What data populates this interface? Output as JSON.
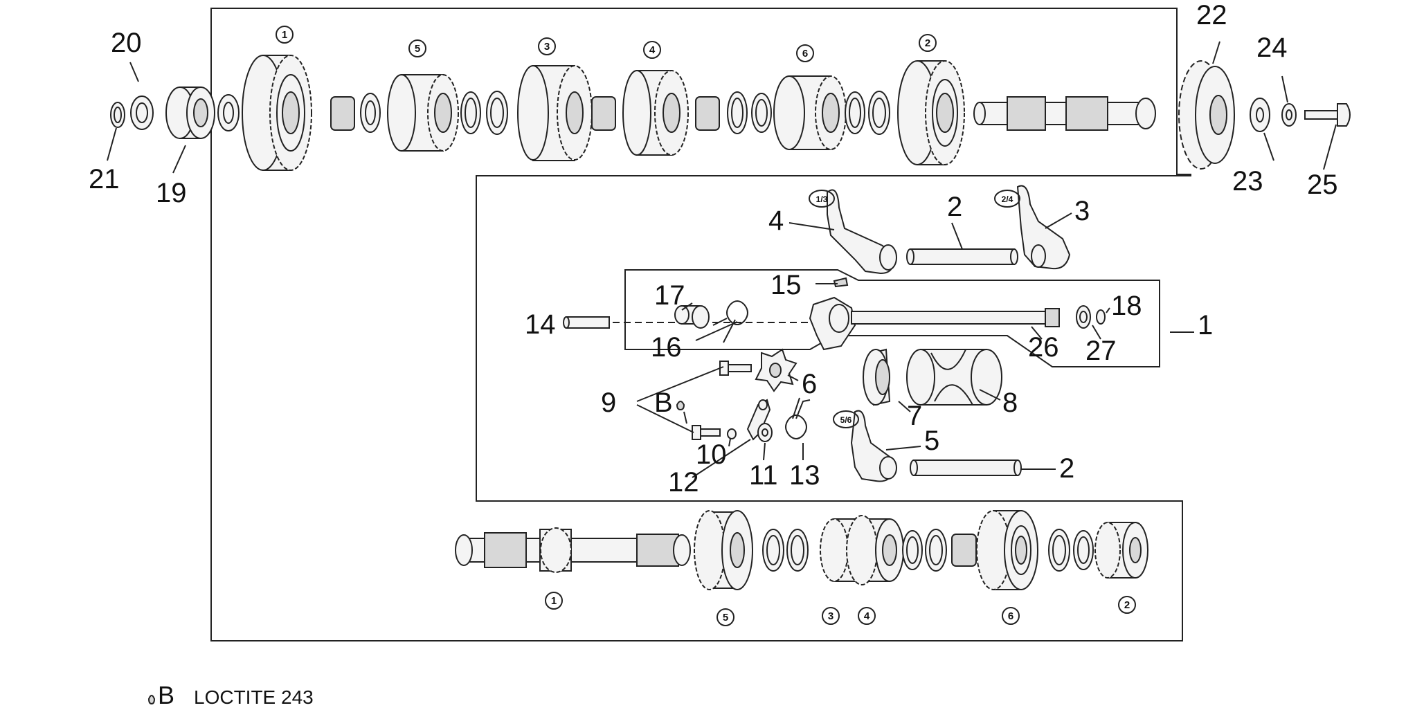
{
  "callouts": [
    "1",
    "2",
    "2",
    "3",
    "4",
    "5",
    "6",
    "7",
    "8",
    "9",
    "10",
    "11",
    "12",
    "13",
    "14",
    "15",
    "16",
    "17",
    "18",
    "19",
    "20",
    "21",
    "22",
    "23",
    "24",
    "25",
    "26",
    "27",
    "B"
  ],
  "gear_tags_upper": [
    "1",
    "5",
    "3",
    "4",
    "6",
    "2"
  ],
  "gear_tags_lower": [
    "1",
    "5",
    "3",
    "4",
    "6",
    "2"
  ],
  "fork_tags": [
    "1/3",
    "2/4",
    "5/6"
  ],
  "legend": {
    "letter": "B",
    "text": "LOCTITE 243"
  },
  "colors": {
    "line": "#222222",
    "fill": "#f4f4f4",
    "shade": "#d8d8d8",
    "background": "#ffffff"
  }
}
